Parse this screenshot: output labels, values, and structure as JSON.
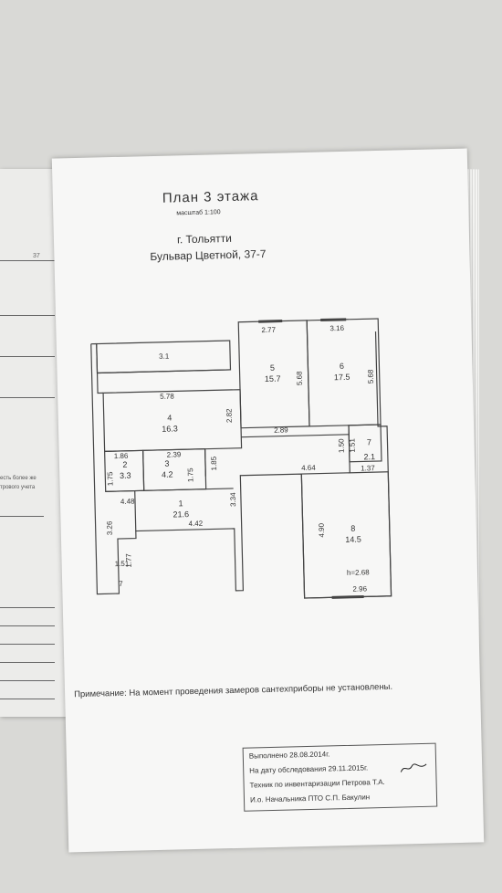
{
  "back_page": {
    "page_number": "37",
    "text_line1": "есть более же",
    "text_line2": "трового учета"
  },
  "header": {
    "title": "План 3   этажа",
    "scale": "масштаб 1:100",
    "city": "г. Тольятти",
    "address": "Бульвар Цветной, 37-7"
  },
  "rooms": [
    {
      "id": "1",
      "area": "21.6"
    },
    {
      "id": "2",
      "area": "3.3"
    },
    {
      "id": "3",
      "area": "4.2"
    },
    {
      "id": "4",
      "area": "16.3"
    },
    {
      "id": "5",
      "area": "15.7"
    },
    {
      "id": "6",
      "area": "17.5"
    },
    {
      "id": "7",
      "area": "2.1"
    },
    {
      "id": "8",
      "area": "14.5"
    }
  ],
  "dimensions": {
    "balcony_width": "3.1",
    "r4_width": "5.78",
    "r4_depth": "2.82",
    "r5_width": "2.77",
    "r5_depth": "5.68",
    "r6_width": "3.16",
    "r6_depth": "5.68",
    "r3_width": "2.39",
    "r2_width": "1.86",
    "r2_depth": "1.75",
    "r3_depth": "1.75",
    "hall_depth_a": "1.85",
    "hall_width": "2.89",
    "r7_depth_a": "1.50",
    "r7_depth_b": "1.51",
    "r7_width": "1.37",
    "corridor_width": "4.64",
    "r1_depth": "3.34",
    "r1_width_a": "4.48",
    "r1_width_b": "4.42",
    "left_depth": "3.26",
    "left_depth_b": "1.77",
    "bottom_width": "1.51",
    "r8_depth": "4.90",
    "ceiling_height": "h=2.68",
    "r8_width": "2.96",
    "small_label": "7"
  },
  "note": "Примечание: На момент проведения замеров сантехприборы не установлены.",
  "stamp": {
    "line1": "Выполнено 28.08.2014г.",
    "line2": "На дату обследования   29.11.2015г.",
    "line3": "Техник по инвентаризации  Петрова  Т.А.",
    "line4": "И.о. Начальника ПТО   С.П. Бакулин"
  }
}
